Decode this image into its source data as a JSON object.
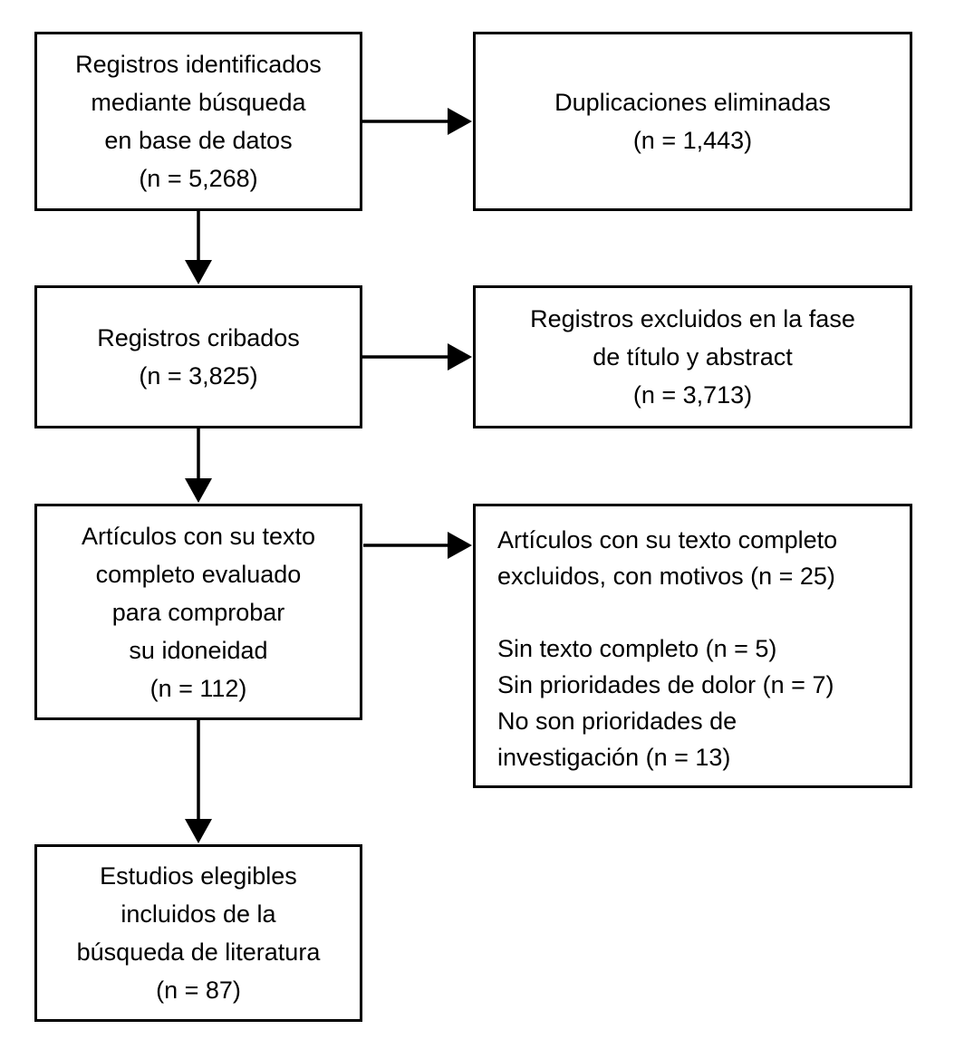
{
  "diagram": {
    "type": "prisma-flow",
    "colors": {
      "background": "#ffffff",
      "box_border": "#000000",
      "arrow": "#000000",
      "text": "#000000"
    },
    "boxes": {
      "identified": {
        "text": "Registros identificados\nmediante búsqueda\nen base de datos\n(n = 5,268)",
        "n": "5,268"
      },
      "duplicates": {
        "text": "Duplicaciones eliminadas\n(n = 1,443)",
        "n": "1,443"
      },
      "screened": {
        "text": "Registros cribados\n(n = 3,825)",
        "n": "3,825"
      },
      "excluded_title": {
        "text": "Registros excluidos en la fase\nde título y abstract\n(n = 3,713)",
        "n": "3,713"
      },
      "fulltext": {
        "text": "Artículos con su texto\ncompleto evaluado\npara comprobar\nsu idoneidad\n(n = 112)",
        "n": "112"
      },
      "fulltext_excluded": {
        "text": "Artículos con su texto completo\nexcluidos, con motivos (n = 25)\n\nSin texto completo (n = 5)\nSin prioridades de dolor (n = 7)\nNo son prioridades de\ninvestigación (n = 13)",
        "n": "25",
        "reasons": [
          {
            "label": "Sin texto completo",
            "n": "5"
          },
          {
            "label": "Sin prioridades de dolor",
            "n": "7"
          },
          {
            "label": "No son prioridades de investigación",
            "n": "13"
          }
        ]
      },
      "eligible": {
        "text": "Estudios elegibles\nincluidos de la\nbúsqueda de literatura\n(n = 87)",
        "n": "87"
      }
    },
    "edges": [
      {
        "from": "identified",
        "to": "duplicates",
        "direction": "right"
      },
      {
        "from": "identified",
        "to": "screened",
        "direction": "down"
      },
      {
        "from": "screened",
        "to": "excluded_title",
        "direction": "right"
      },
      {
        "from": "screened",
        "to": "fulltext",
        "direction": "down"
      },
      {
        "from": "fulltext",
        "to": "fulltext_excluded",
        "direction": "right"
      },
      {
        "from": "fulltext",
        "to": "eligible",
        "direction": "down"
      }
    ]
  }
}
